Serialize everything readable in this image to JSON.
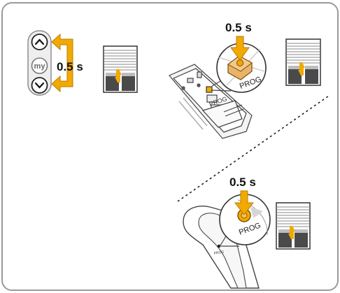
{
  "step1": {
    "my_button_label": "my",
    "duration_label": "0.5 s"
  },
  "step2": {
    "duration_label": "0.5 s",
    "prog_label_zoom": "PROG",
    "prog_label_board": "PROG"
  },
  "step3": {
    "duration_label": "0.5 s",
    "prog_label_zoom": "PROG",
    "prog_label_remote": "PROG"
  },
  "colors": {
    "accent_arrow": "#f2a900",
    "frame_border": "#9a9a9a",
    "shutter_gray": "#b9b9b9",
    "shutter_dark": "#4a4a4a"
  }
}
